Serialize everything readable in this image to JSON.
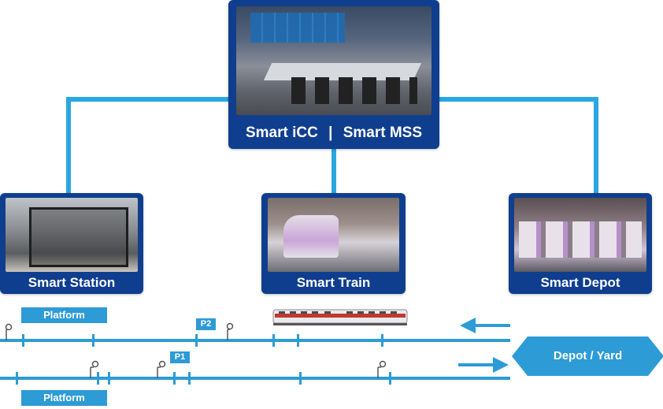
{
  "diagram": {
    "center": {
      "left_label": "Smart iCC",
      "separator": "|",
      "right_label": "Smart MSS"
    },
    "nodes": [
      {
        "label": "Smart Station"
      },
      {
        "label": "Smart Train"
      },
      {
        "label": "Smart Depot"
      }
    ],
    "platform_top": "Platform",
    "platform_bottom": "Platform",
    "p2_label": "P2",
    "p1_label": "P1",
    "depot_yard_label": "Depot / Yard"
  },
  "colors": {
    "card": "#0f3e8f",
    "connector": "#2aa7e0",
    "tag": "#2d9bd6",
    "track": "#2d9bd6"
  }
}
